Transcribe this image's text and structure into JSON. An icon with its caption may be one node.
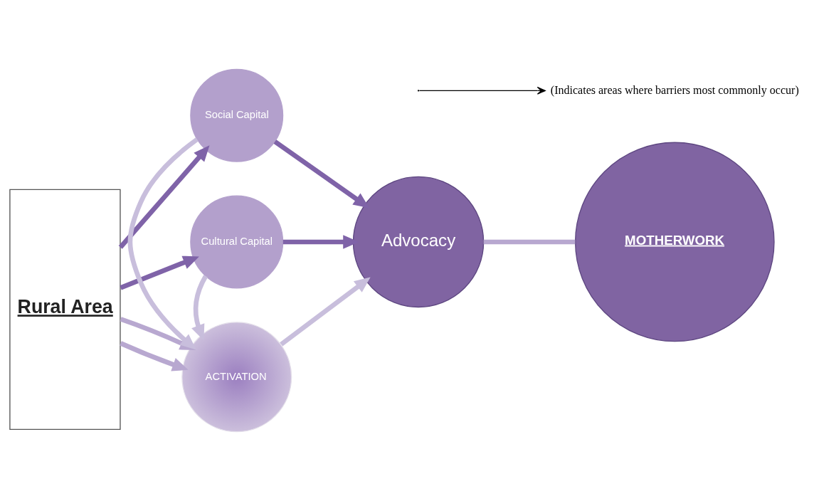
{
  "diagram": {
    "nodes": [
      {
        "text": [
          "Rural Area"
        ]
      },
      {
        "text": [
          "Social Capital"
        ]
      },
      {
        "text": [
          "ACTIVATION"
        ]
      },
      {
        "text": [
          "Cultural Capital"
        ]
      },
      {
        "text": [
          "Advocacy"
        ]
      },
      {
        "text": [
          "MOTHERWORK"
        ]
      }
    ],
    "edges": [
      {
        "from": 0,
        "to": 1,
        "arrow": "to"
      },
      {
        "from": 0,
        "to": 3,
        "arrow": "to"
      },
      {
        "from": 0,
        "to": 2,
        "arrow": "to",
        "color": "#b8a8d0"
      },
      {
        "from": 0,
        "to": 2,
        "arrow": "to",
        "color": "#b8a8d0"
      },
      {
        "from": 1,
        "to": 2,
        "arrow": "to",
        "color": "#c8bedc"
      },
      {
        "from": 3,
        "to": 2,
        "arrow": "to",
        "color": "#c8bedc"
      },
      {
        "from": 2,
        "to": 4,
        "arrow": "to",
        "color": "#c8bedc"
      },
      {
        "from": 1,
        "to": 4,
        "arrow": "to"
      },
      {
        "from": 3,
        "to": 4,
        "arrow": "to"
      },
      {
        "from": 4,
        "to": 5,
        "arrow": "none",
        "color": "#b8a8d0"
      }
    ],
    "legend": [
      {
        "text": "(Indicates areas where barriers most commonly occur)"
      }
    ]
  }
}
